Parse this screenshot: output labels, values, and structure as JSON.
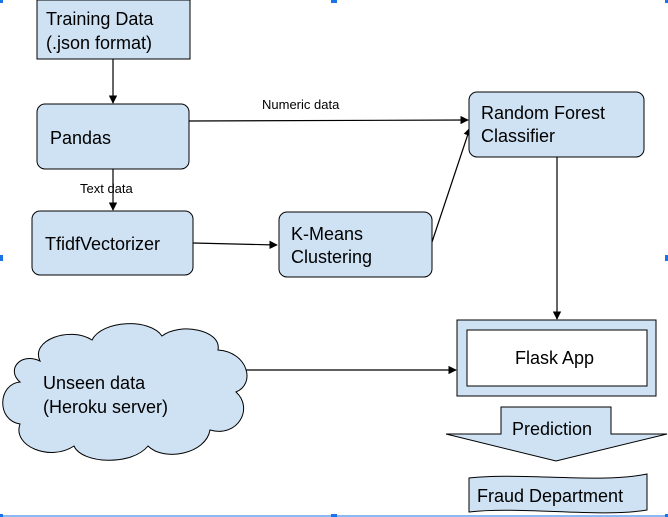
{
  "colors": {
    "node_fill": "#cfe2f3",
    "node_stroke": "#000000",
    "edge": "#000000",
    "frame_handle": "#1a73e8"
  },
  "nodes": {
    "training_data": {
      "line1": "Training Data",
      "line2": "(.json format)"
    },
    "pandas": {
      "label": "Pandas"
    },
    "tfidf": {
      "label": "TfidfVectorizer"
    },
    "kmeans": {
      "line1": "K-Means",
      "line2": "Clustering"
    },
    "random_forest": {
      "line1": "Random Forest",
      "line2": "Classifier"
    },
    "flask_app": {
      "label": "Flask App"
    },
    "unseen_data": {
      "line1": "Unseen data",
      "line2": "(Heroku server)"
    },
    "prediction": {
      "label": "Prediction"
    },
    "fraud_department": {
      "label": "Fraud Department"
    }
  },
  "edges": {
    "numeric_data": {
      "label": "Numeric data"
    },
    "text_data": {
      "label": "Text data"
    }
  }
}
